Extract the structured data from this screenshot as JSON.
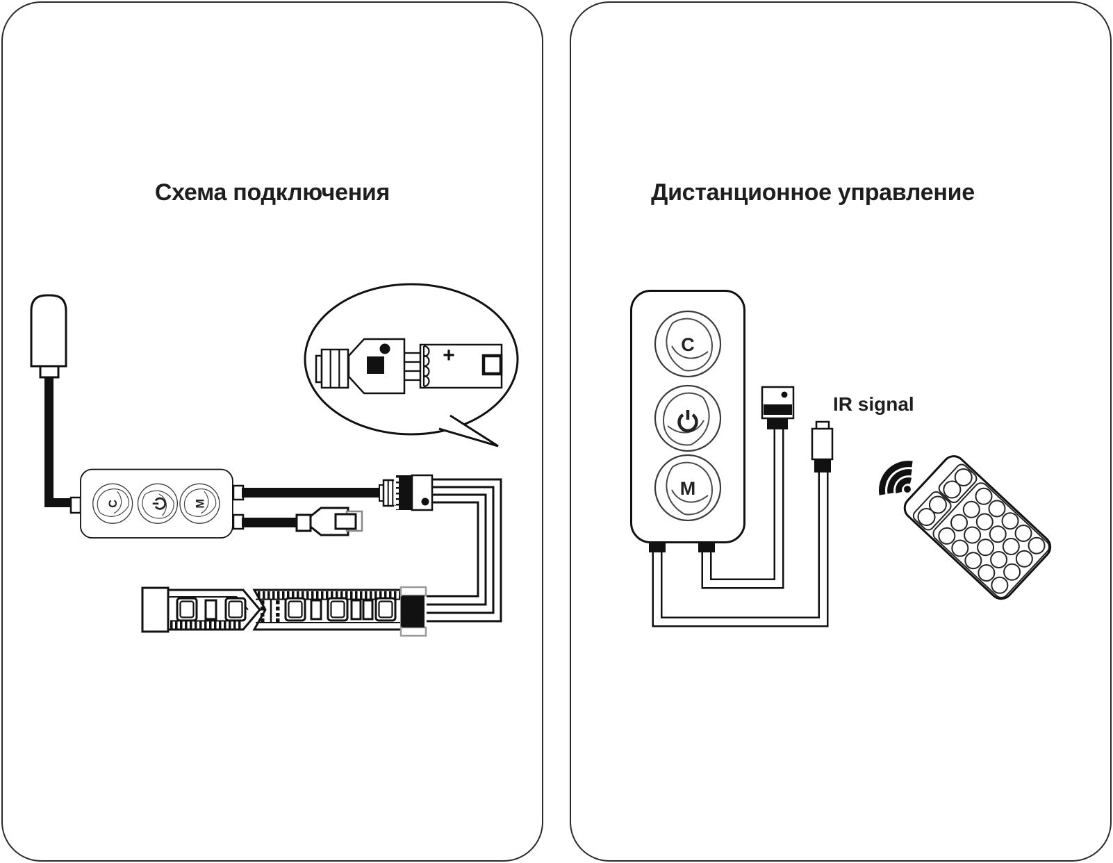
{
  "titles": {
    "left": "Схема подключения",
    "right": "Дистанционное управление"
  },
  "labels": {
    "ir_signal": "IR signal",
    "plus": "+"
  },
  "controller_buttons": {
    "c": "C",
    "m": "M",
    "power_icon": "power-symbol"
  },
  "icons": {
    "ir_waves": "ir-signal-waves-icon",
    "power": "power-icon"
  },
  "remote": {
    "buttons_total": 24,
    "small_group_buttons": 4,
    "main_group_buttons": 20
  },
  "colors": {
    "ink": "#111111",
    "paper": "#ffffff",
    "muted_gray": "#999999",
    "leaf_line": "#4a4a4a"
  }
}
